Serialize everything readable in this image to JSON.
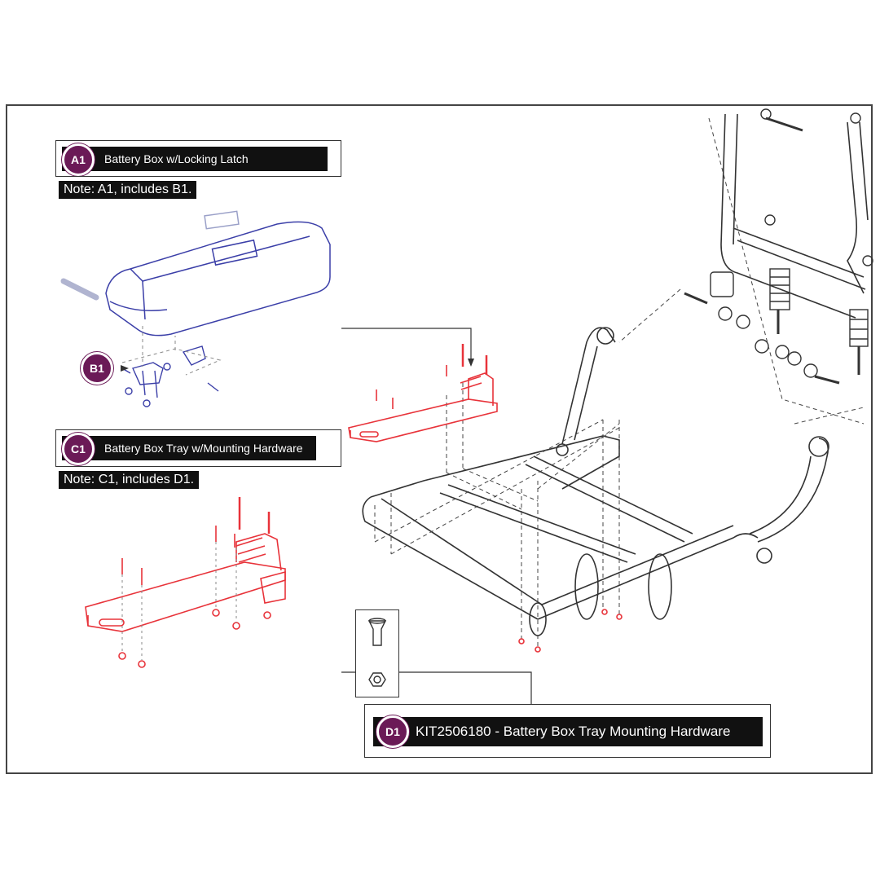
{
  "callouts": {
    "a1": {
      "badge": "A1",
      "title": "Battery Box w/Locking Latch",
      "note": "Note: A1, includes B1."
    },
    "b1": {
      "badge": "B1"
    },
    "c1": {
      "badge": "C1",
      "title": "Battery Box Tray w/Mounting Hardware",
      "note": "Note: C1, includes D1."
    },
    "d1": {
      "badge": "D1",
      "title": "KIT2506180 - Battery Box Tray Mounting Hardware"
    }
  },
  "colors": {
    "battery_box": "#3b3fa8",
    "tray": "#e8333a",
    "badge": "#6b1a57",
    "frame": "#333333"
  }
}
